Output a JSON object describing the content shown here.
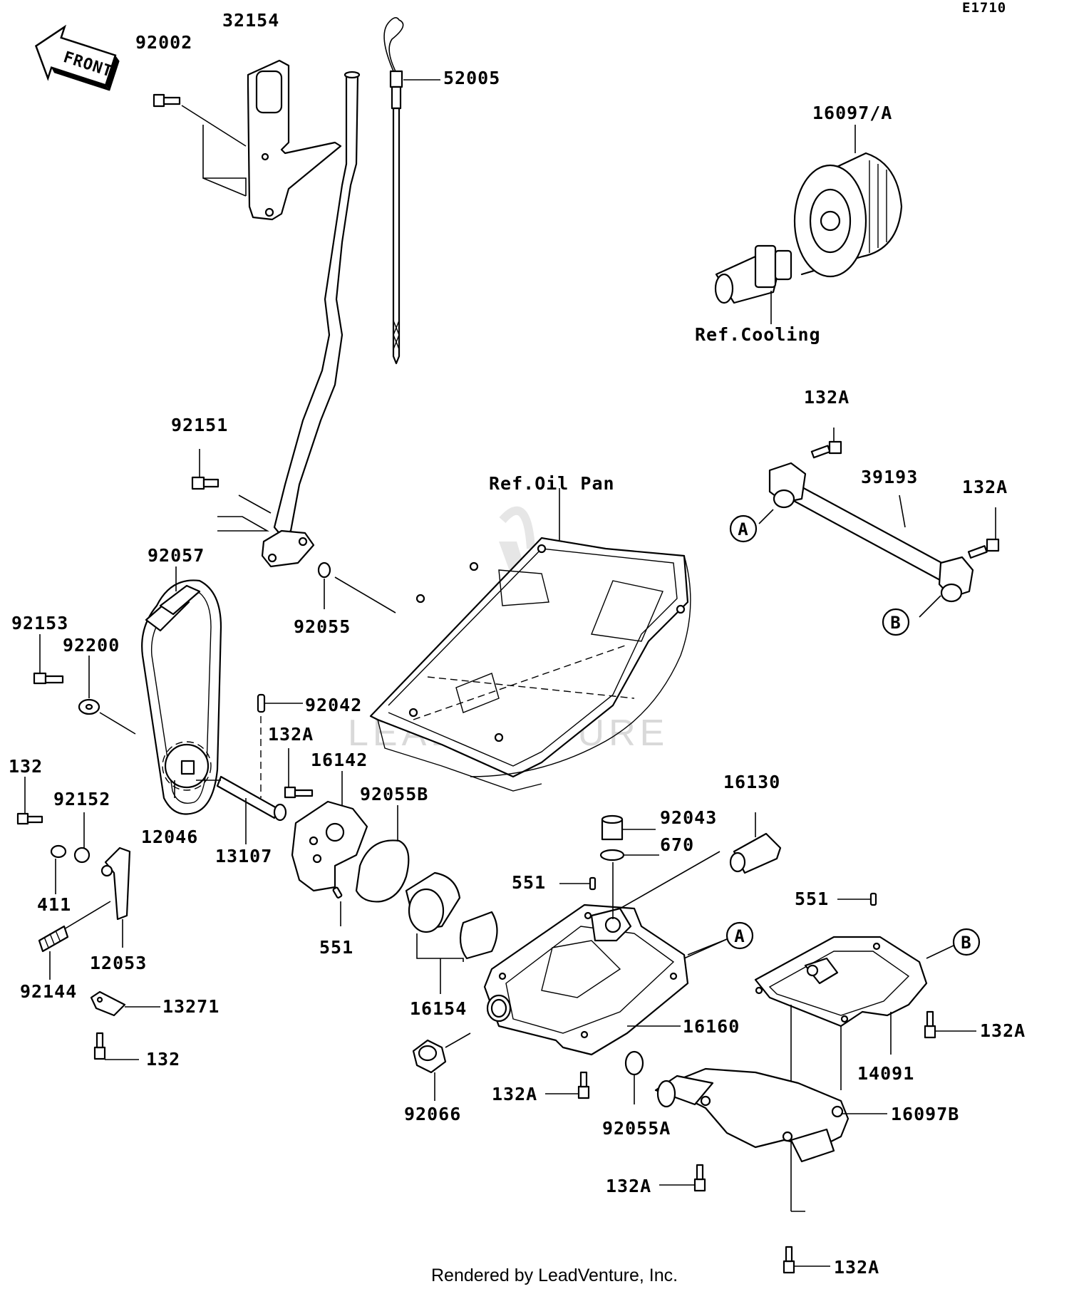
{
  "diagram_code": "E1710",
  "front_arrow_label": "FRONT",
  "watermark": "LEADVENTURE",
  "footer": "Rendered by LeadVenture, Inc.",
  "references": {
    "cooling": "Ref.Cooling",
    "oil_pan": "Ref.Oil Pan"
  },
  "callouts": {
    "a": "A",
    "b": "B"
  },
  "parts": {
    "p32154": "32154",
    "p92002": "92002",
    "p52005": "52005",
    "p16097a": "16097/A",
    "p92151": "92151",
    "p132a_top": "132A",
    "p39193": "39193",
    "p132a_right": "132A",
    "p92057": "92057",
    "p92055": "92055",
    "p92153": "92153",
    "p92200": "92200",
    "p92042": "92042",
    "p132a_pump": "132A",
    "p16142": "16142",
    "p132": "132",
    "p92152": "92152",
    "p12046": "12046",
    "p13107": "13107",
    "p92055b": "92055B",
    "p16130": "16130",
    "p92043": "92043",
    "p670": "670",
    "p411": "411",
    "p551_left": "551",
    "p551_mid": "551",
    "p551_right": "551",
    "p12053": "12053",
    "p92144": "92144",
    "p13271": "13271",
    "p16154": "16154",
    "p16160": "16160",
    "p132a_b": "132A",
    "p14091": "14091",
    "p132_bottom": "132",
    "p92066": "92066",
    "p132a_lower": "132A",
    "p92055a": "92055A",
    "p16097b": "16097B",
    "p132a_cover": "132A",
    "p132a_bottom": "132A"
  }
}
